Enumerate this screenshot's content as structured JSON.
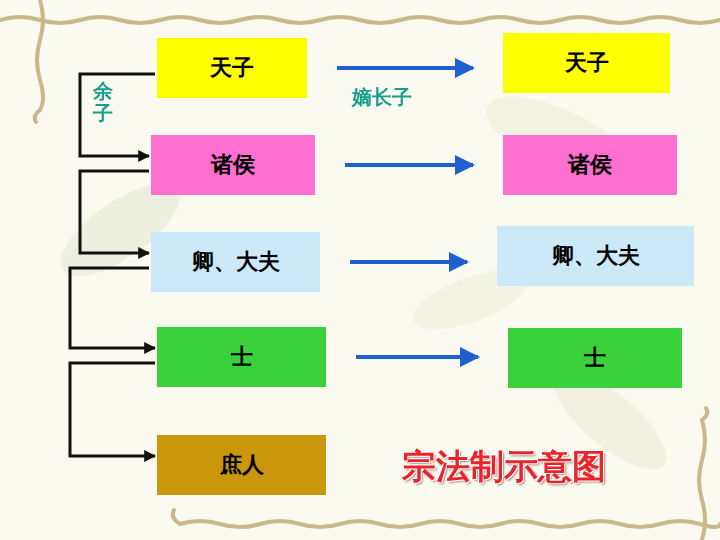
{
  "diagram": {
    "title": "宗法制示意图",
    "nodes": [
      {
        "text": [
          "天子"
        ]
      },
      {
        "text": [
          "天子"
        ]
      },
      {
        "text": [
          "诸侯"
        ]
      },
      {
        "text": [
          "诸侯"
        ]
      },
      {
        "text": [
          "卿、大夫"
        ]
      },
      {
        "text": [
          "卿、大夫"
        ]
      },
      {
        "text": [
          "士"
        ]
      },
      {
        "text": [
          "士"
        ]
      },
      {
        "text": [
          "庶人"
        ]
      }
    ],
    "edges": [
      {
        "from": 0,
        "to": 1,
        "arrow": "to",
        "label": "嫡长子"
      },
      {
        "from": 2,
        "to": 3,
        "arrow": "to"
      },
      {
        "from": 4,
        "to": 5,
        "arrow": "to"
      },
      {
        "from": 6,
        "to": 7,
        "arrow": "to"
      },
      {
        "from": 0,
        "to": 2,
        "arrow": "to",
        "label": "余子"
      },
      {
        "from": 2,
        "to": 4,
        "arrow": "to"
      },
      {
        "from": 4,
        "to": 6,
        "arrow": "to"
      },
      {
        "from": 6,
        "to": 8,
        "arrow": "to"
      }
    ]
  }
}
